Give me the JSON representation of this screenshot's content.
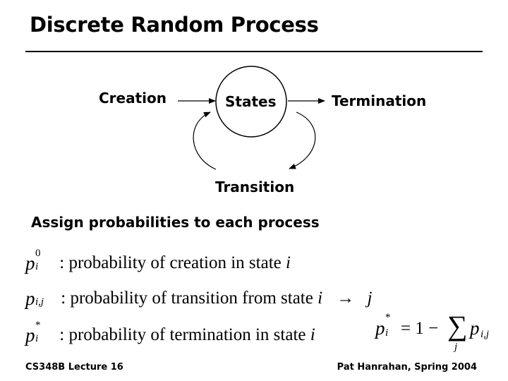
{
  "slide": {
    "title": "Discrete Random Process"
  },
  "diagram": {
    "creation": "Creation",
    "states": "States",
    "termination": "Termination",
    "transition": "Transition"
  },
  "subheading": "Assign probabilities to each process",
  "definitions": [
    {
      "symbol": "p",
      "superscript": "0",
      "subscript": "i",
      "colon": ":",
      "text": "probability of creation in state",
      "var": "i"
    },
    {
      "symbol": "p",
      "subscript": "i,j",
      "colon": ":",
      "text": "probability of transition from state",
      "var": "i",
      "arrow": "→",
      "var2": "j"
    },
    {
      "symbol": "p",
      "superscript": "*",
      "subscript": "i",
      "colon": ":",
      "text": "probability of termination in state",
      "var": "i"
    }
  ],
  "formula": {
    "lhs_symbol": "p",
    "lhs_superscript": "*",
    "lhs_subscript": "i",
    "equals_one_minus": "= 1 −",
    "sum_symbol": "∑",
    "sum_index": "j",
    "term_symbol": "p",
    "term_subscript": "i,j"
  },
  "footer": {
    "left": "CS348B Lecture 16",
    "right": "Pat Hanrahan, Spring 2004"
  }
}
